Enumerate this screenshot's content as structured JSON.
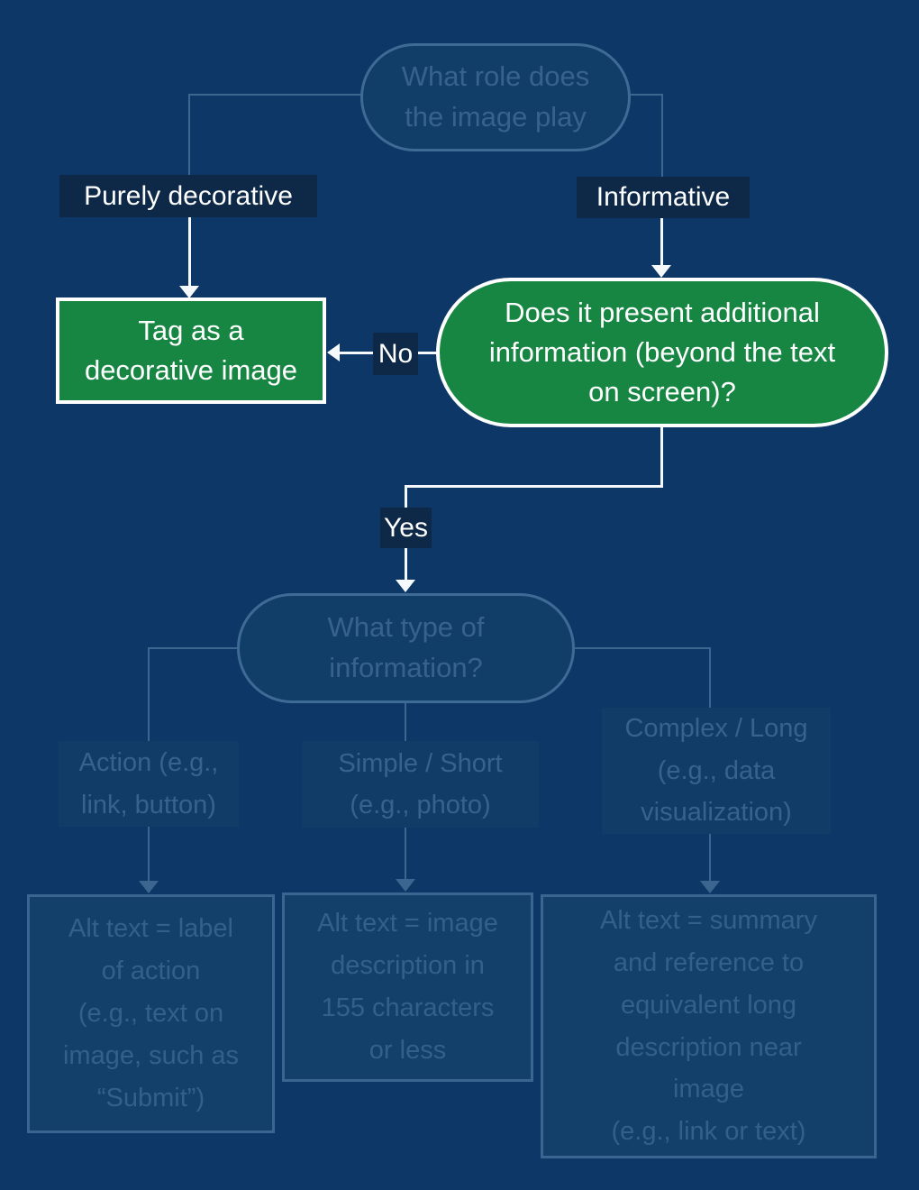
{
  "colors": {
    "background": "#0d3767",
    "label_background": "#0e2948",
    "green_node": "#178643",
    "white": "#ffffff",
    "faded_fill": "#13406a",
    "faded_stroke": "#3e6b96",
    "faded_text": "#38628e"
  },
  "nodes": {
    "root_question": {
      "lines": [
        "What role does",
        "the image play"
      ]
    },
    "branch_decorative": {
      "label": "Purely decorative"
    },
    "branch_informative": {
      "label": "Informative"
    },
    "tag_decorative": {
      "lines": [
        "Tag as a",
        "decorative image"
      ]
    },
    "additional_info_question": {
      "lines": [
        "Does it present additional",
        "information (beyond the text",
        "on screen)?"
      ]
    },
    "edge_no": {
      "label": "No"
    },
    "edge_yes": {
      "label": "Yes"
    },
    "type_question": {
      "lines": [
        "What type of",
        "information?"
      ]
    },
    "branch_action": {
      "lines": [
        "Action (e.g.,",
        "link, button)"
      ]
    },
    "branch_simple": {
      "lines": [
        "Simple / Short",
        "(e.g., photo)"
      ]
    },
    "branch_complex": {
      "lines": [
        "Complex / Long",
        "(e.g., data",
        "visualization)"
      ]
    },
    "alt_text_action": {
      "lines": [
        "Alt text = label",
        "of action",
        "(e.g., text on",
        "image, such as",
        "“Submit”)"
      ]
    },
    "alt_text_simple": {
      "lines": [
        "Alt text = image",
        "description in",
        "155 characters",
        "or less"
      ]
    },
    "alt_text_complex": {
      "lines": [
        "Alt text = summary",
        "and reference to",
        "equivalent long",
        "description near",
        "image",
        "(e.g., link or text)"
      ]
    }
  }
}
